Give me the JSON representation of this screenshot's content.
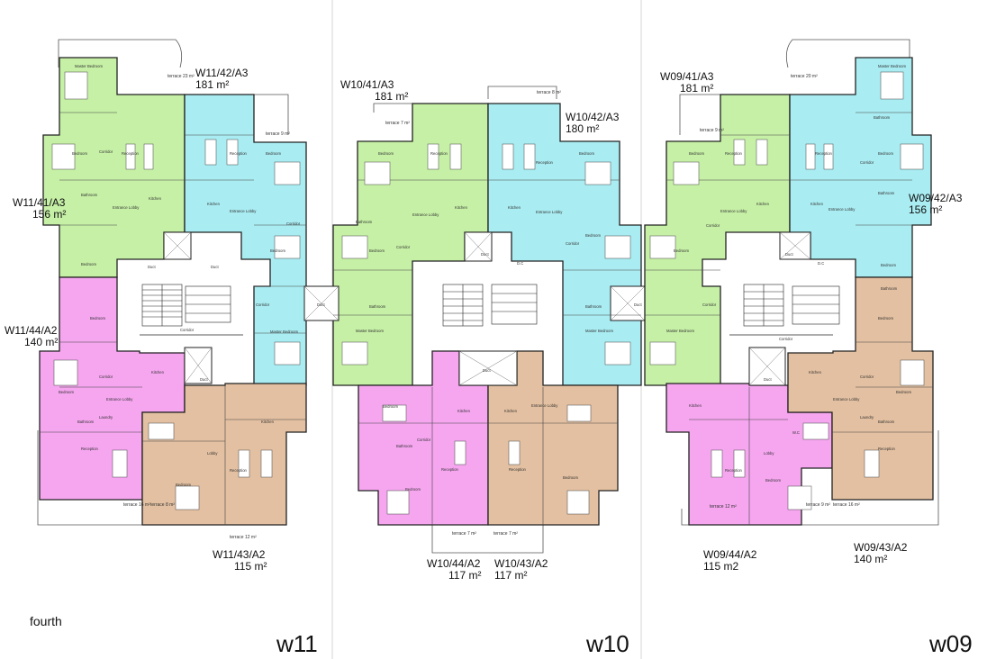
{
  "floor_label": "fourth",
  "buildings": [
    {
      "id": "w11",
      "label": "w11"
    },
    {
      "id": "w10",
      "label": "w10"
    },
    {
      "id": "w09",
      "label": "w09"
    }
  ],
  "units": [
    {
      "id": "w11-42",
      "code": "W11/42/A3",
      "area": "181 m²"
    },
    {
      "id": "w11-41",
      "code": "W11/41/A3",
      "area": "156 m²"
    },
    {
      "id": "w11-44",
      "code": "W11/44/A2",
      "area": "140 m²"
    },
    {
      "id": "w11-43",
      "code": "W11/43/A2",
      "area": "115 m²"
    },
    {
      "id": "w10-41",
      "code": "W10/41/A3",
      "area": "181 m²"
    },
    {
      "id": "w10-42",
      "code": "W10/42/A3",
      "area": "180 m²"
    },
    {
      "id": "w10-44",
      "code": "W10/44/A2",
      "area": "117 m²"
    },
    {
      "id": "w10-43",
      "code": "W10/43/A2",
      "area": "117 m²"
    },
    {
      "id": "w09-41",
      "code": "W09/41/A3",
      "area": "181 m²"
    },
    {
      "id": "w09-42",
      "code": "W09/42/A3",
      "area": "156 m²"
    },
    {
      "id": "w09-44",
      "code": "W09/44/A2",
      "area": "115 m2"
    },
    {
      "id": "w09-43",
      "code": "W09/43/A2",
      "area": "140 m²"
    }
  ],
  "room_labels": {
    "master_bedroom": "Master Bedroom",
    "bedroom": "Bedroom",
    "bathroom": "Bathroom",
    "reception": "Reception",
    "kitchen": "Kitchen",
    "corridor": "Corridor",
    "entrance_lobby": "Entrance Lobby",
    "lobby": "Lobby",
    "laundry": "Laundry",
    "duct": "Duct",
    "dc": "D.C",
    "wc": "W.C"
  },
  "terraces": {
    "t23": "terrace 23 m²",
    "t20": "terrace 20 m²",
    "t9": "terrace 9 m²",
    "t8": "terrace 8 m²",
    "t7": "terrace 7 m²",
    "t16": "terrace 16 m²",
    "t12": "terrace 12 m²"
  },
  "colors": {
    "a3_green": "#c6f0a6",
    "a3_cyan": "#a9ecf2",
    "a2_magenta": "#f5a6ef",
    "a2_tan": "#e3c0a1",
    "wall": "#222222",
    "divider": "#cccccc"
  }
}
